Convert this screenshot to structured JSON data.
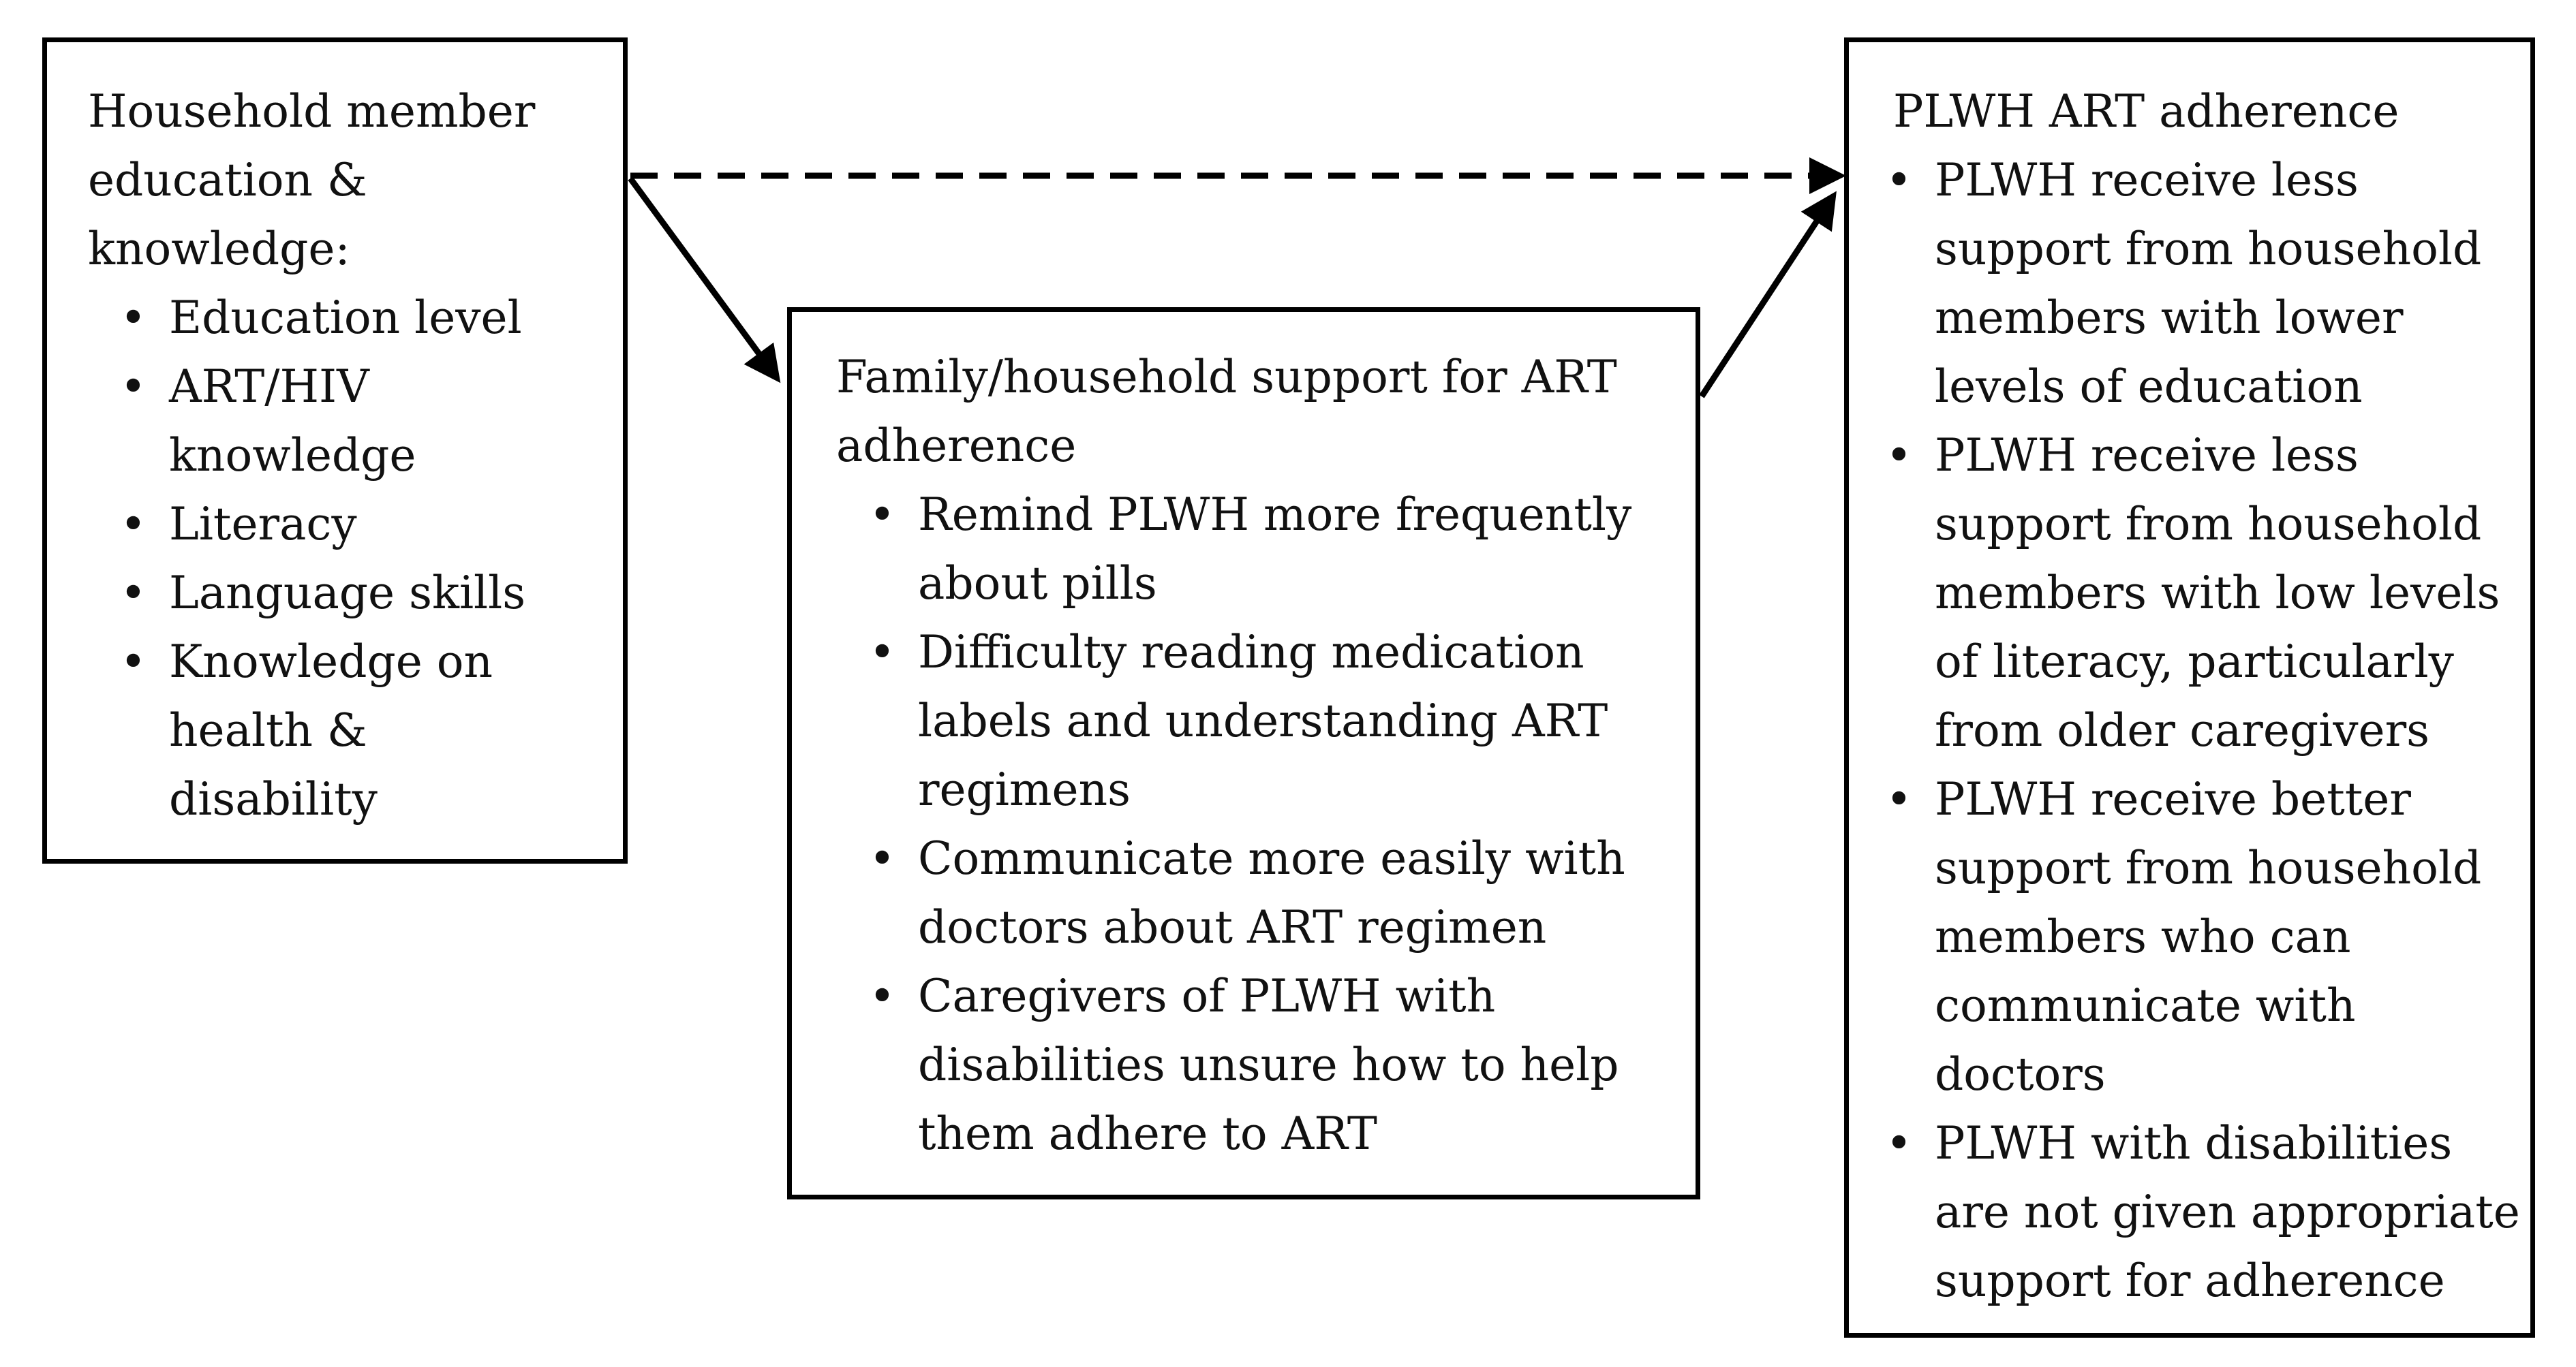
{
  "left_box": {
    "title": "Household member education & knowledge:",
    "items": [
      "Education level",
      "ART/HIV knowledge",
      "Literacy",
      "Language skills",
      "Knowledge on health & disability"
    ]
  },
  "middle_box": {
    "title": "Family/household support for ART adherence",
    "items": [
      "Remind PLWH more frequently about pills",
      "Difficulty reading medication labels and understanding ART regimens",
      "Communicate more easily with doctors about ART regimen",
      "Caregivers of PLWH with disabilities unsure how to help them adhere to ART"
    ]
  },
  "right_box": {
    "title": "PLWH ART adherence",
    "items": [
      "PLWH receive less support from household members with lower levels of education",
      "PLWH receive less support from household members with low levels of literacy, particularly from older caregivers",
      "PLWH receive better support from household members who can communicate with doctors",
      "PLWH with disabilities are not given appropriate support for adherence"
    ]
  }
}
